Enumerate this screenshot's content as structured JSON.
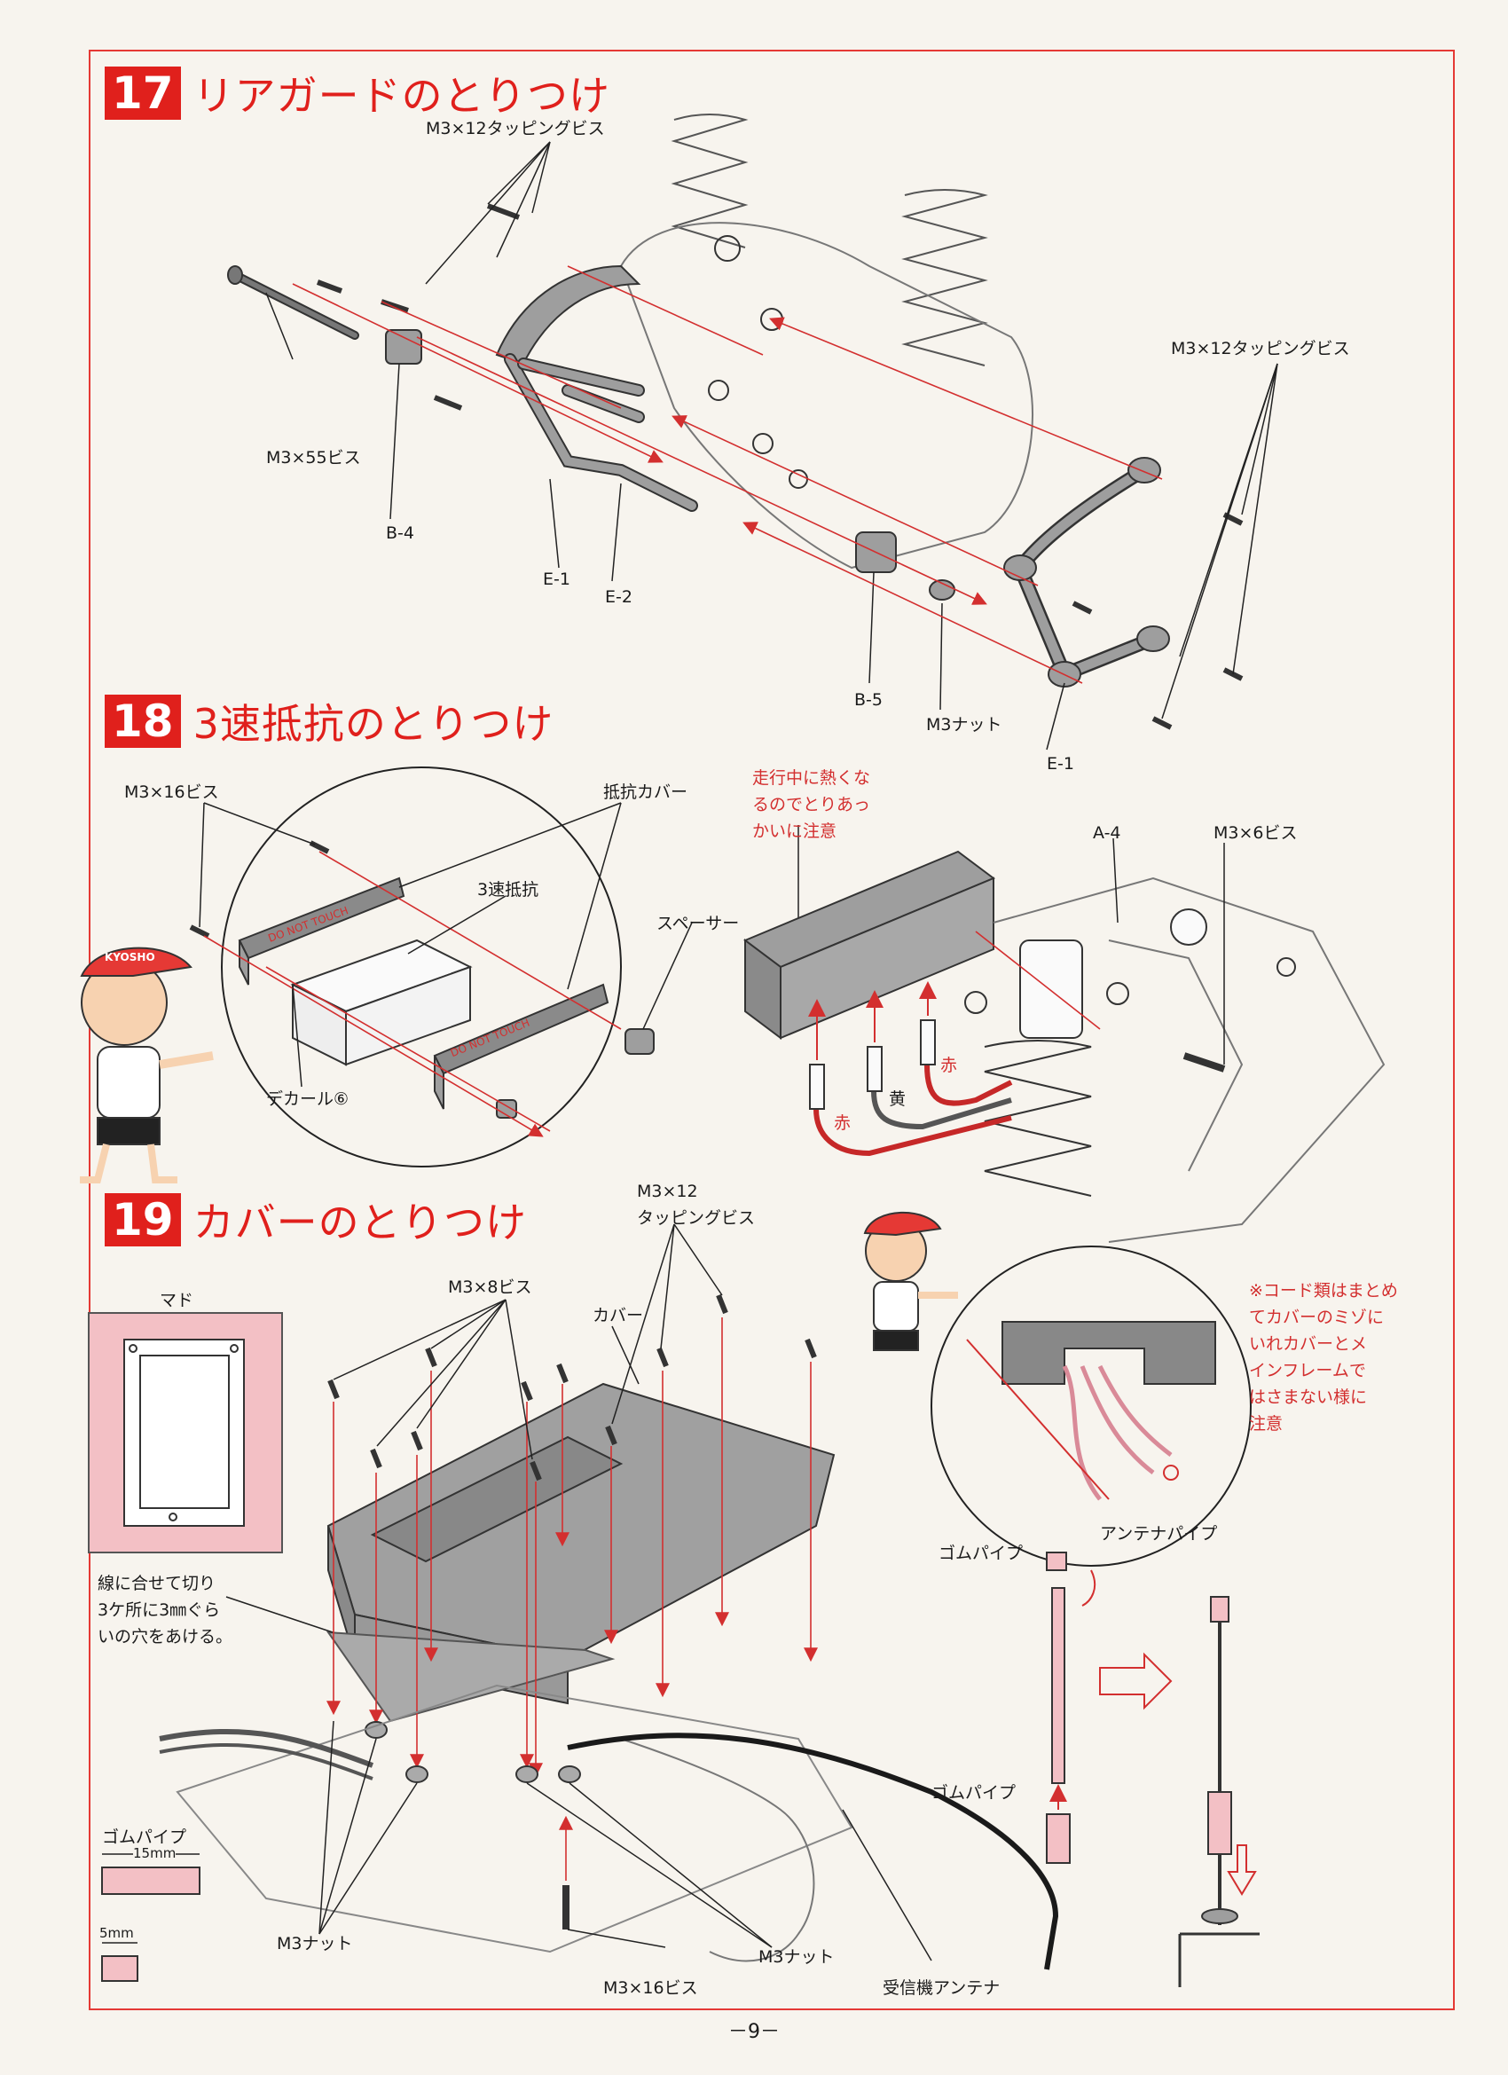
{
  "sections": [
    {
      "num": "17",
      "title": "リアガードのとりつけ"
    },
    {
      "num": "18",
      "title": "3速抵抗のとりつけ"
    },
    {
      "num": "19",
      "title": "カバーのとりつけ"
    }
  ],
  "s17": {
    "screw_top": "M3×12タッピングビス",
    "screw_right": "M3×12タッピングビス",
    "bolt": "M3×55ビス",
    "b4": "B-4",
    "e1_left": "E-1",
    "e2": "E-2",
    "b5": "B-5",
    "nut": "M3ナット",
    "e1_right": "E-1"
  },
  "s18": {
    "screw16": "M3×16ビス",
    "cover": "抵抗カバー",
    "resistor": "3速抵抗",
    "spacer": "スペーサー",
    "decal": "デカール⑥",
    "heat_note": "走行中に熱くな\nるのでとりあっ\nかいに注意",
    "a4": "A-4",
    "screw6": "M3×6ビス",
    "wire_red1": "赤",
    "wire_yellow": "黄",
    "wire_red2": "赤",
    "decal_text": "DO NOT TOUCH",
    "cap_logo": "KYOSHO"
  },
  "s19": {
    "screw12": "M3×12\nタッピングビス",
    "screw8": "M3×8ビス",
    "cover": "カバー",
    "window": "マド",
    "cut_note": "線に合せて切り\n3ケ所に3㎜ぐら\nいの穴をあける。",
    "cord_note": "※コード類はまとめ\nてカバーのミゾに\nいれカバーとメ\nインフレームで\nはさまない様に\n注意",
    "rubber_pipe_top": "ゴムパイプ",
    "antenna_pipe": "アンテナパイプ",
    "rubber_pipe_mid": "ゴムパイプ",
    "rubber_pipe_left": "ゴムパイプ",
    "dim15": "15mm",
    "dim5": "5mm",
    "nut_left": "M3ナット",
    "nut_mid": "M3ナット",
    "screw16": "M3×16ビス",
    "antenna": "受信機アンテナ"
  },
  "page_number": "－9－"
}
